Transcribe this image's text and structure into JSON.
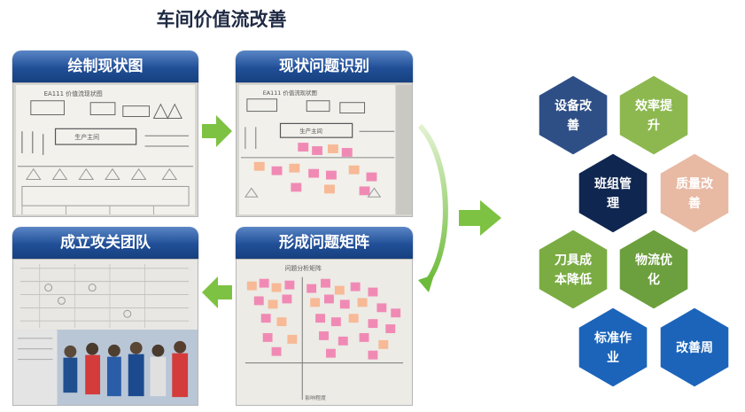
{
  "title": "车间价值流改善",
  "panels": [
    {
      "id": "draw-current-state",
      "label": "绘制现状图"
    },
    {
      "id": "identify-problems",
      "label": "现状问题识别"
    },
    {
      "id": "form-team",
      "label": "成立攻关团队"
    },
    {
      "id": "problem-matrix",
      "label": "形成问题矩阵"
    }
  ],
  "photo_text": {
    "vsm_title_1": "EA111 价值流现状图",
    "vsm_title_2": "EA111 价值流现状图",
    "production_1": "生产主间",
    "production_2": "生产主间",
    "matrix_title": "问题分析矩阵",
    "matrix_axis": "影响程度"
  },
  "hexagons": [
    {
      "line1": "设备改",
      "line2": "善",
      "color": "#2e4f86"
    },
    {
      "line1": "效率提",
      "line2": "升",
      "color": "#8cb84f"
    },
    {
      "line1": "班组管",
      "line2": "理",
      "color": "#0f2650"
    },
    {
      "line1": "质量改",
      "line2": "善",
      "color": "#e8b9a3"
    },
    {
      "line1": "刀具成",
      "line2": "本降低",
      "color": "#7aac43"
    },
    {
      "line1": "物流优",
      "line2": "化",
      "color": "#6c9f3d"
    },
    {
      "line1": "标准作",
      "line2": "业",
      "color": "#1c64ba"
    },
    {
      "line1": "改善周",
      "line2": "",
      "color": "#1c64ba"
    }
  ],
  "colors": {
    "header_blue": "#214f97",
    "arrow_green": "#7dc242",
    "sticky_pink": "#f08ab4",
    "sticky_orange": "#f7b996"
  }
}
